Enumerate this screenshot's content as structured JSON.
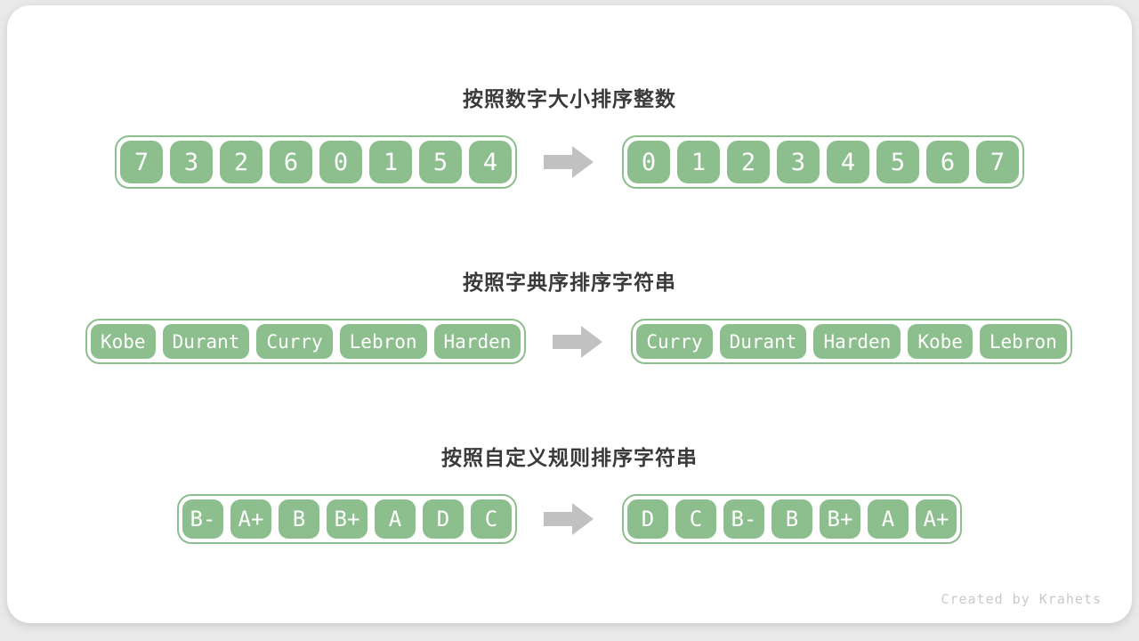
{
  "watermark": "Created by Krahets",
  "colors": {
    "cell_green": "#8dbe8d",
    "arrow_gray": "#c1c1c1",
    "title_text": "#3a3a3a",
    "watermark_gray": "#c9c9c9",
    "card_bg": "#ffffff",
    "page_bg": "#e9e9e9"
  },
  "sections": [
    {
      "title": "按照数字大小排序整数",
      "before": [
        "7",
        "3",
        "2",
        "6",
        "0",
        "1",
        "5",
        "4"
      ],
      "after": [
        "0",
        "1",
        "2",
        "3",
        "4",
        "5",
        "6",
        "7"
      ]
    },
    {
      "title": "按照字典序排序字符串",
      "before": [
        "Kobe",
        "Durant",
        "Curry",
        "Lebron",
        "Harden"
      ],
      "after": [
        "Curry",
        "Durant",
        "Harden",
        "Kobe",
        "Lebron"
      ]
    },
    {
      "title": "按照自定义规则排序字符串",
      "before": [
        "B-",
        "A+",
        "B",
        "B+",
        "A",
        "D",
        "C"
      ],
      "after": [
        "D",
        "C",
        "B-",
        "B",
        "B+",
        "A",
        "A+"
      ]
    }
  ]
}
